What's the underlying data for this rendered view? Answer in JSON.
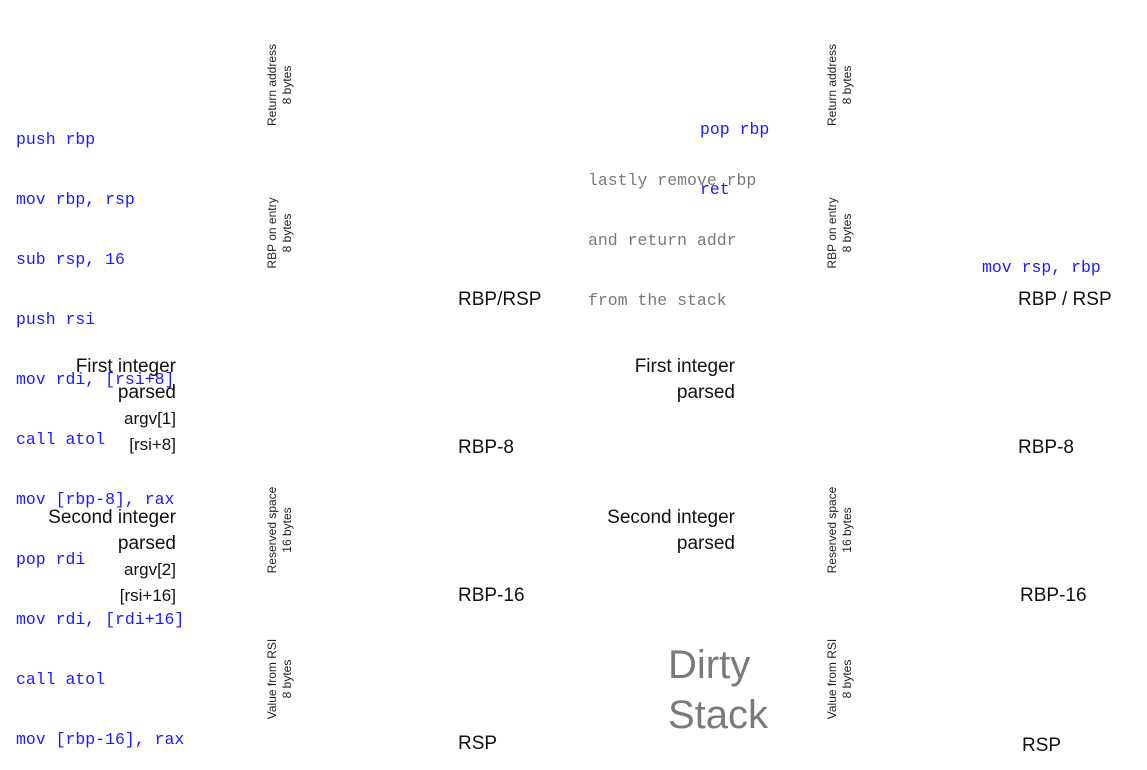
{
  "left": {
    "code": [
      "push rbp",
      "mov rbp, rsp",
      "sub rsp, 16",
      "push rsi",
      "mov rdi, [rsi+8]",
      "call atol",
      "mov [rbp-8], rax",
      "pop rdi",
      "mov rdi, [rdi+16]",
      "call atol",
      "mov [rbp-16], rax"
    ],
    "segments": [
      {
        "line1": "Return address",
        "line2": "8 bytes"
      },
      {
        "line1": "RBP on entry",
        "line2": "8 bytes"
      },
      {
        "line1": "",
        "line2": ""
      },
      {
        "line1": "Reserved space",
        "line2": "16 bytes"
      },
      {
        "line1": "Value from RSI",
        "line2": "8 bytes"
      }
    ],
    "first_label": [
      "First integer",
      "parsed",
      "argv[1]",
      "[rsi+8]"
    ],
    "second_label": [
      "Second integer",
      "parsed",
      "argv[2]",
      "[rsi+16]"
    ],
    "pointers": [
      "RBP/RSP",
      "RBP-8",
      "RBP-16",
      "RSP"
    ]
  },
  "right": {
    "code_top": [
      "pop rbp",
      "ret"
    ],
    "note": [
      "lastly remove rbp",
      "and return addr",
      "from the stack"
    ],
    "code_mid": "mov rsp, rbp",
    "segments": [
      {
        "line1": "Return address",
        "line2": "8 bytes"
      },
      {
        "line1": "RBP on entry",
        "line2": "8 bytes"
      },
      {
        "line1": "",
        "line2": ""
      },
      {
        "line1": "Reserved space",
        "line2": "16 bytes"
      },
      {
        "line1": "Value from RSI",
        "line2": "8 bytes"
      }
    ],
    "first_label": [
      "First integer",
      "parsed"
    ],
    "second_label": [
      "Second integer",
      "parsed"
    ],
    "pointers": [
      "RBP / RSP",
      "RBP-8",
      "RBP-16",
      "RSP"
    ],
    "watermark": [
      "Dirty",
      "Stack"
    ]
  },
  "colors": {
    "frame_fill": "#fce5cd",
    "dirty_fill": "#d9d9d9",
    "arrow_fill": "#c9daf8",
    "code_text": "#1a1aff",
    "note_text": "#7a7a7a"
  },
  "icons": {
    "pointer": "left-block-arrow",
    "flow": "dashed-curved-arrow",
    "bracket": "curly-brace"
  }
}
